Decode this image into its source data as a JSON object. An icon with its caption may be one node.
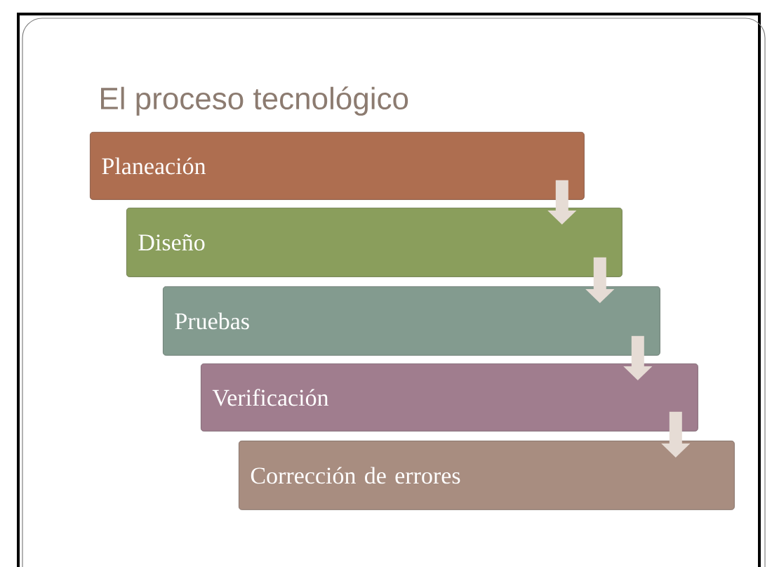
{
  "diagram": {
    "title": "El proceso tecnológico",
    "nodes": [
      {
        "text": [
          "Planeación"
        ]
      },
      {
        "text": [
          "Diseño"
        ]
      },
      {
        "text": [
          "Pruebas"
        ]
      },
      {
        "text": [
          "Verificación"
        ]
      },
      {
        "text": [
          "Corrección de errores"
        ]
      }
    ],
    "edges": [
      {
        "from": 0,
        "to": 1,
        "arrow": "to"
      },
      {
        "from": 1,
        "to": 2,
        "arrow": "to"
      },
      {
        "from": 2,
        "to": 3,
        "arrow": "to"
      },
      {
        "from": 3,
        "to": 4,
        "arrow": "to"
      }
    ]
  }
}
